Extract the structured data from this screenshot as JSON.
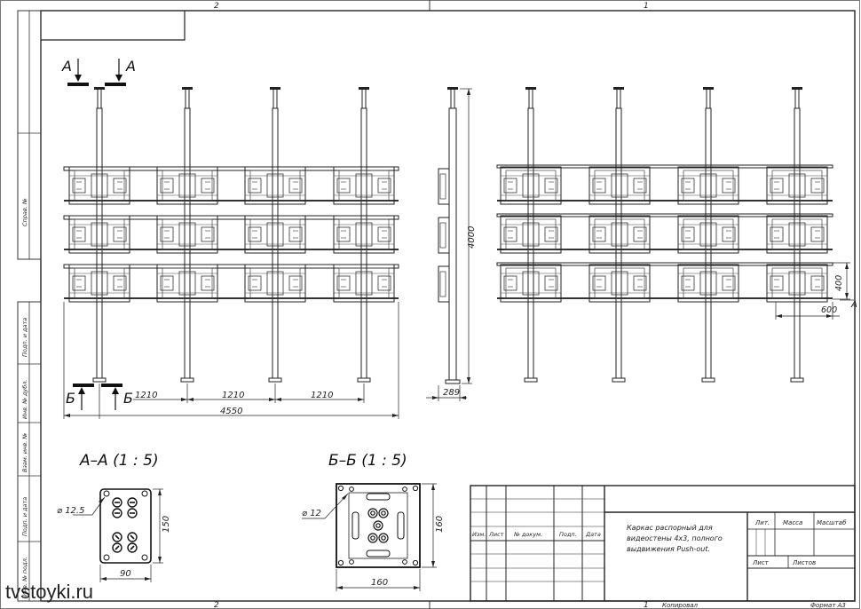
{
  "sheet_zones": {
    "top_left": "2",
    "top_right": "1",
    "bottom_left": "2",
    "bottom_right": "1"
  },
  "left_strip": [
    "Справ. №",
    "Подп. и дата",
    "Инв. № дубл.",
    "Взам. инв. №",
    "Подп. и дата",
    "Инв. № подл."
  ],
  "section_marks": {
    "a_left": "А",
    "a_right": "А",
    "b_left": "Б",
    "b_right": "Б",
    "a_side": "А"
  },
  "front_view_dims": {
    "spacing_1": "1210",
    "spacing_2": "1210",
    "spacing_3": "1210",
    "overall": "4550"
  },
  "side_view_dims": {
    "height": "4000",
    "depth": "289"
  },
  "back_view_dims": {
    "screen_height": "400",
    "screen_width": "600"
  },
  "section_a": {
    "title": "А–А (1 : 5)",
    "hole": "⌀ 12.5",
    "height": "150",
    "width": "90"
  },
  "section_b": {
    "title": "Б–Б (1 : 5)",
    "hole": "⌀ 12",
    "height": "160",
    "width": "160"
  },
  "title_block": {
    "headers": [
      "Изм.",
      "Лист",
      "№ докум.",
      "Подп.",
      "Дата"
    ],
    "description_lines": [
      "Каркас распорный для",
      "видеостены 4х3, полного",
      "выдвижения Push-out."
    ],
    "lit": "Лит.",
    "mass": "Масса",
    "scale": "Масштаб",
    "sheet": "Лист",
    "sheets": "Листов",
    "copied": "Копировал",
    "format": "Формат А3"
  },
  "watermark": "tvstoyki.ru"
}
